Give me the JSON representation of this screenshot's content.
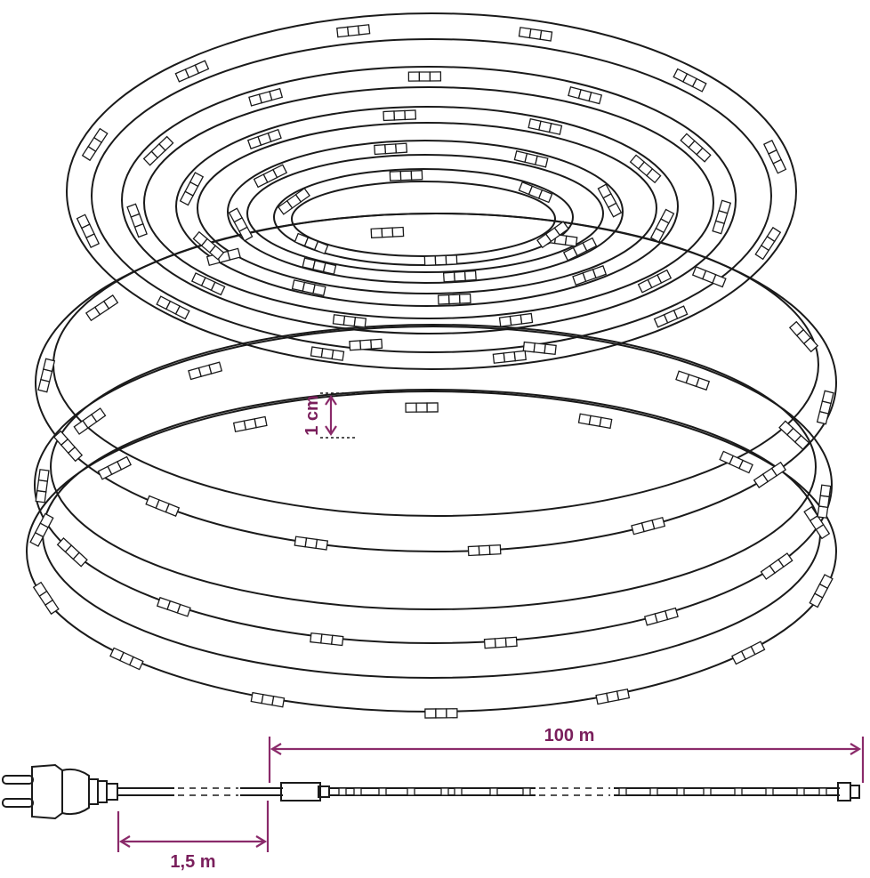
{
  "dimensions": {
    "width_label": "1 cm",
    "length_label": "100 m",
    "cable_label": "1,5 m"
  },
  "colors": {
    "dimension_accent": "#7a1f5c",
    "outline": "#1a1a1a",
    "background": "#ffffff"
  },
  "icons": {
    "coil": "rope-light-coil-icon",
    "plug": "euro-plug-icon",
    "connector": "end-cap-connector-icon"
  }
}
